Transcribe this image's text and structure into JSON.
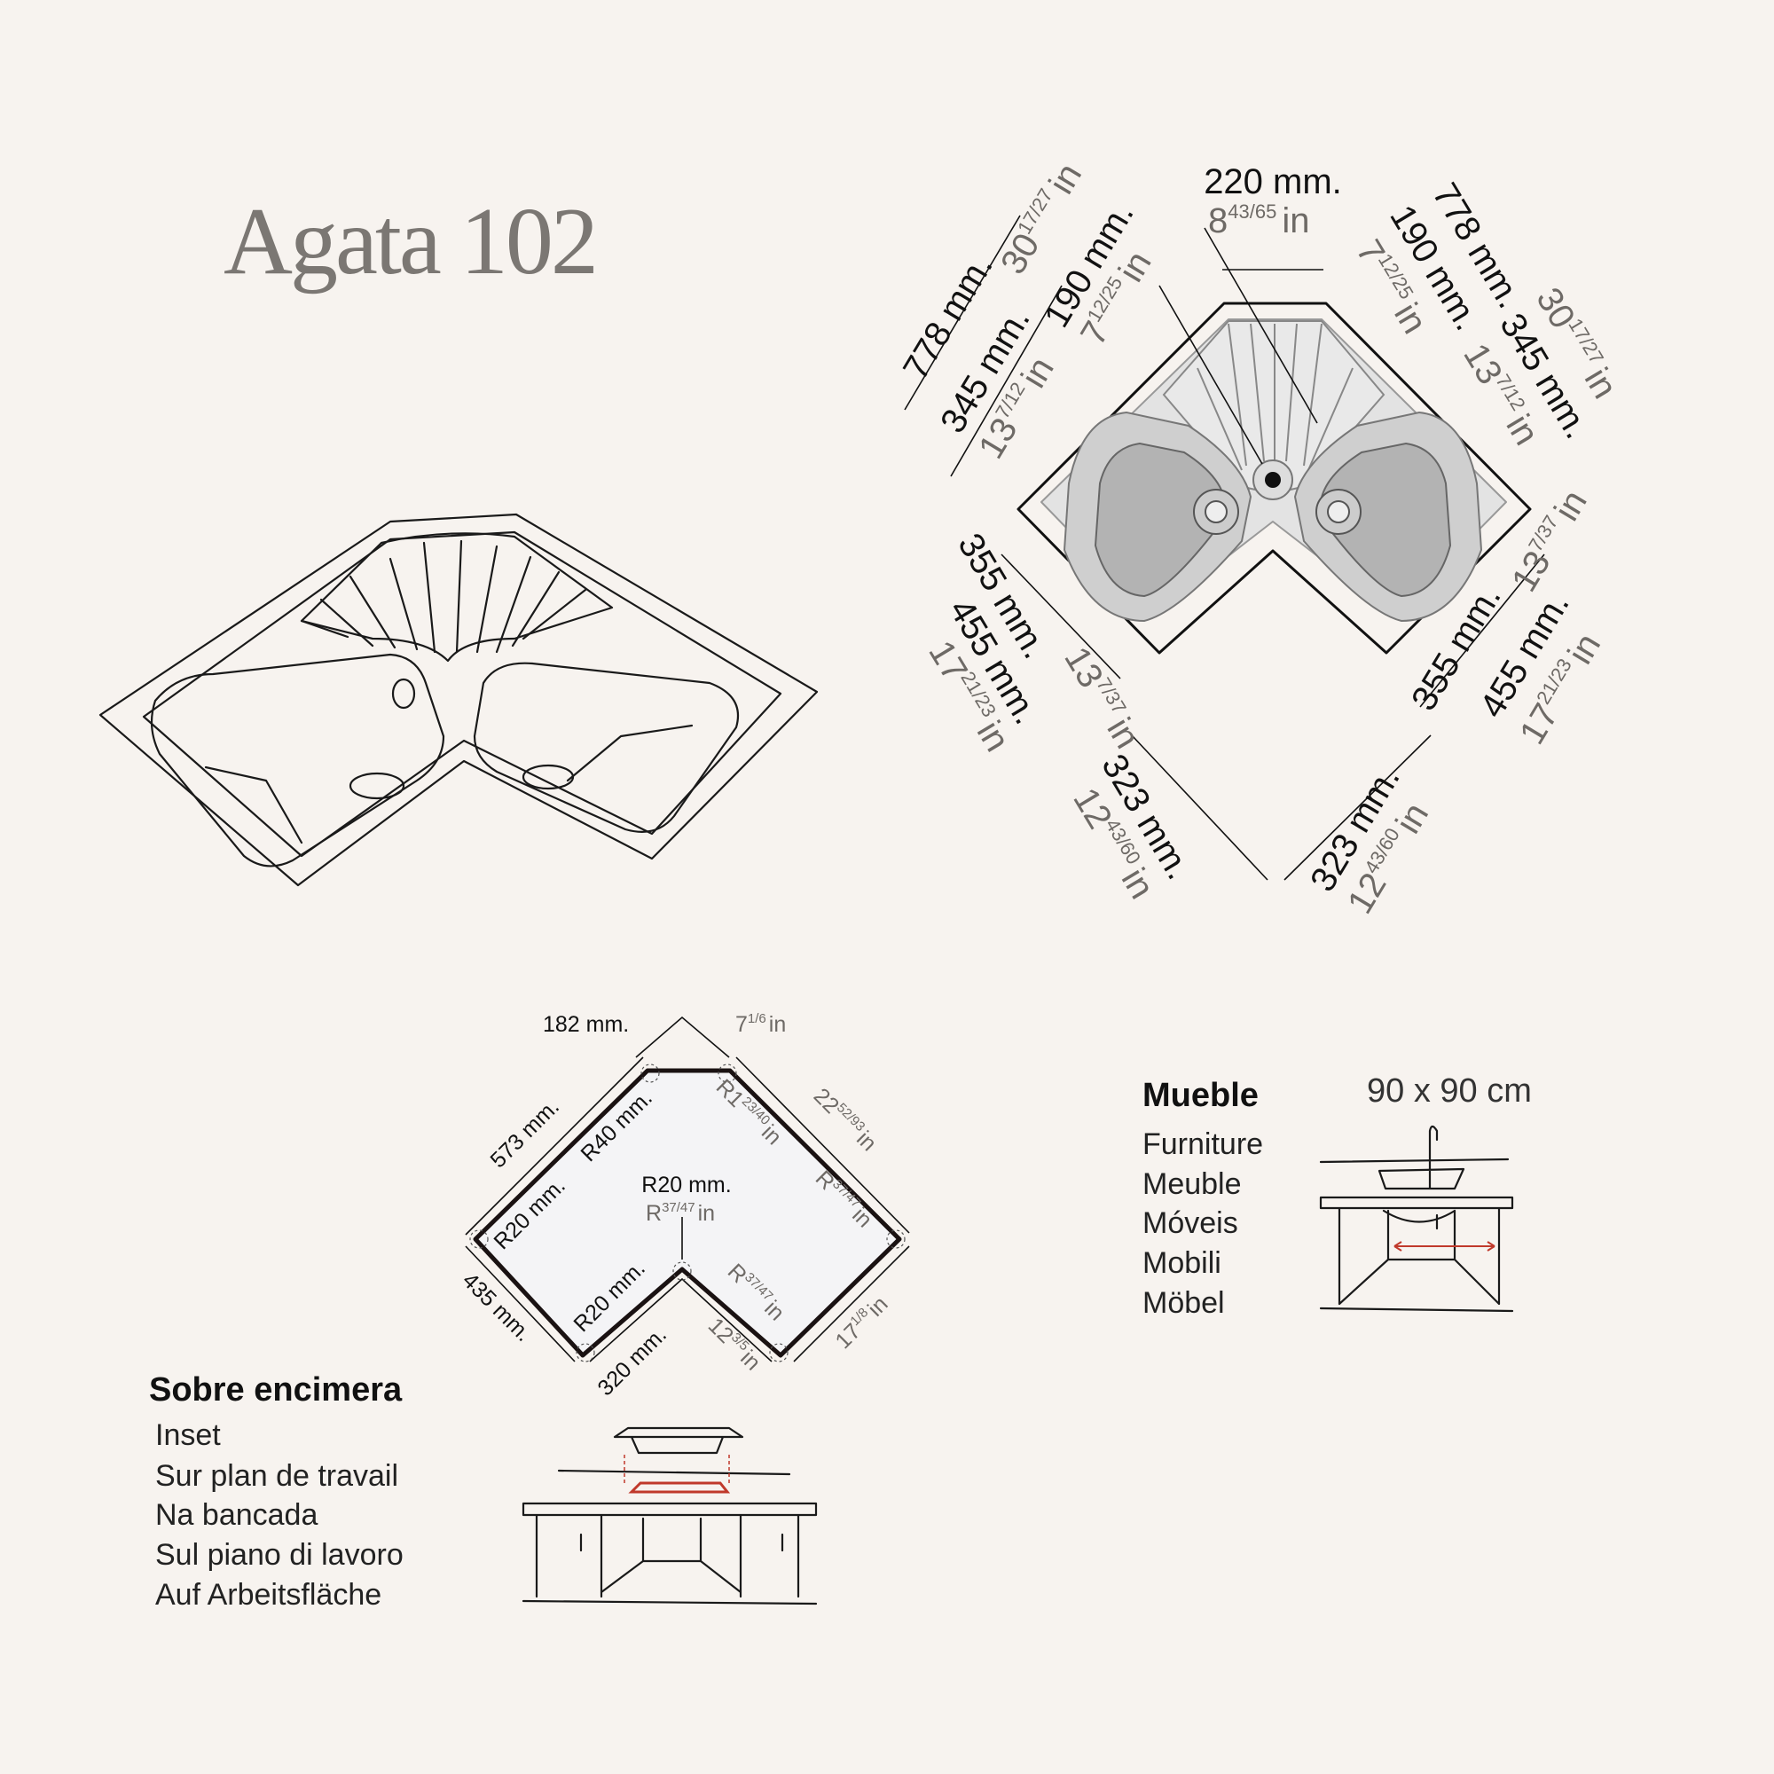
{
  "title": "Agata 102",
  "units": {
    "inch": "in"
  },
  "top_view": {
    "top_width": {
      "mm": "220 mm.",
      "in_whole": "8",
      "in_frac": "43/65"
    },
    "left_outer": {
      "mm": "778 mm.",
      "in_whole": "30",
      "in_frac": "17/27"
    },
    "left_long": {
      "mm": "345 mm.",
      "in_whole": "13",
      "in_frac": "7/12"
    },
    "left_short": {
      "mm": "190 mm.",
      "in_whole": "7",
      "in_frac": "12/25"
    },
    "right_outer": {
      "mm": "778 mm.",
      "in_whole": "30",
      "in_frac": "17/27"
    },
    "right_short": {
      "mm": "190 mm.",
      "in_whole": "7",
      "in_frac": "12/25"
    },
    "right_long": {
      "mm": "345 mm.",
      "in_whole": "13",
      "in_frac": "7/12"
    },
    "bl_355": {
      "mm": "355 mm.",
      "in_whole": "13",
      "in_frac": "7/37"
    },
    "bl_455": {
      "mm": "455 mm.",
      "in_whole": "17",
      "in_frac": "21/23"
    },
    "bl_323": {
      "mm": "323 mm.",
      "in_whole": "12",
      "in_frac": "43/60"
    },
    "br_355": {
      "mm": "355 mm.",
      "in_whole": "13",
      "in_frac": "7/37"
    },
    "br_455": {
      "mm": "455 mm.",
      "in_whole": "17",
      "in_frac": "21/23"
    },
    "br_323": {
      "mm": "323 mm.",
      "in_whole": "12",
      "in_frac": "43/60"
    }
  },
  "cutout": {
    "top_mm": "182 mm.",
    "top_in": {
      "whole": "7",
      "frac": "1/6"
    },
    "left_mm": "573 mm.",
    "right_in": {
      "whole": "22",
      "frac": "52/93"
    },
    "r40_mm": "R40 mm.",
    "r40_in": {
      "whole": "R1",
      "frac": "23/40"
    },
    "center_mm": "R20 mm.",
    "center_in": {
      "whole": "R",
      "frac": "37/47"
    },
    "left_r20_mm": "R20 mm.",
    "right_r_in": {
      "whole": "R",
      "frac": "37/47"
    },
    "lower_r20_mm": "R20 mm.",
    "lower_r_in": {
      "whole": "R",
      "frac": "37/47"
    },
    "bottom_left_mm": "435 mm.",
    "bottom_inner_mm": "320 mm.",
    "bottom_inner_in": {
      "whole": "12",
      "frac": "3/5"
    },
    "bottom_right_in": {
      "whole": "17",
      "frac": "1/8"
    }
  },
  "furniture": {
    "heading": "Mueble",
    "size": "90 x 90 cm",
    "translations": [
      "Furniture",
      "Meuble",
      "Móveis",
      "Mobili",
      "Möbel"
    ]
  },
  "installation": {
    "heading": "Sobre encimera",
    "translations": [
      "Inset",
      "Sur plan de travail",
      "Na bancada",
      "Sul piano di lavoro",
      "Auf Arbeitsfläche"
    ]
  }
}
